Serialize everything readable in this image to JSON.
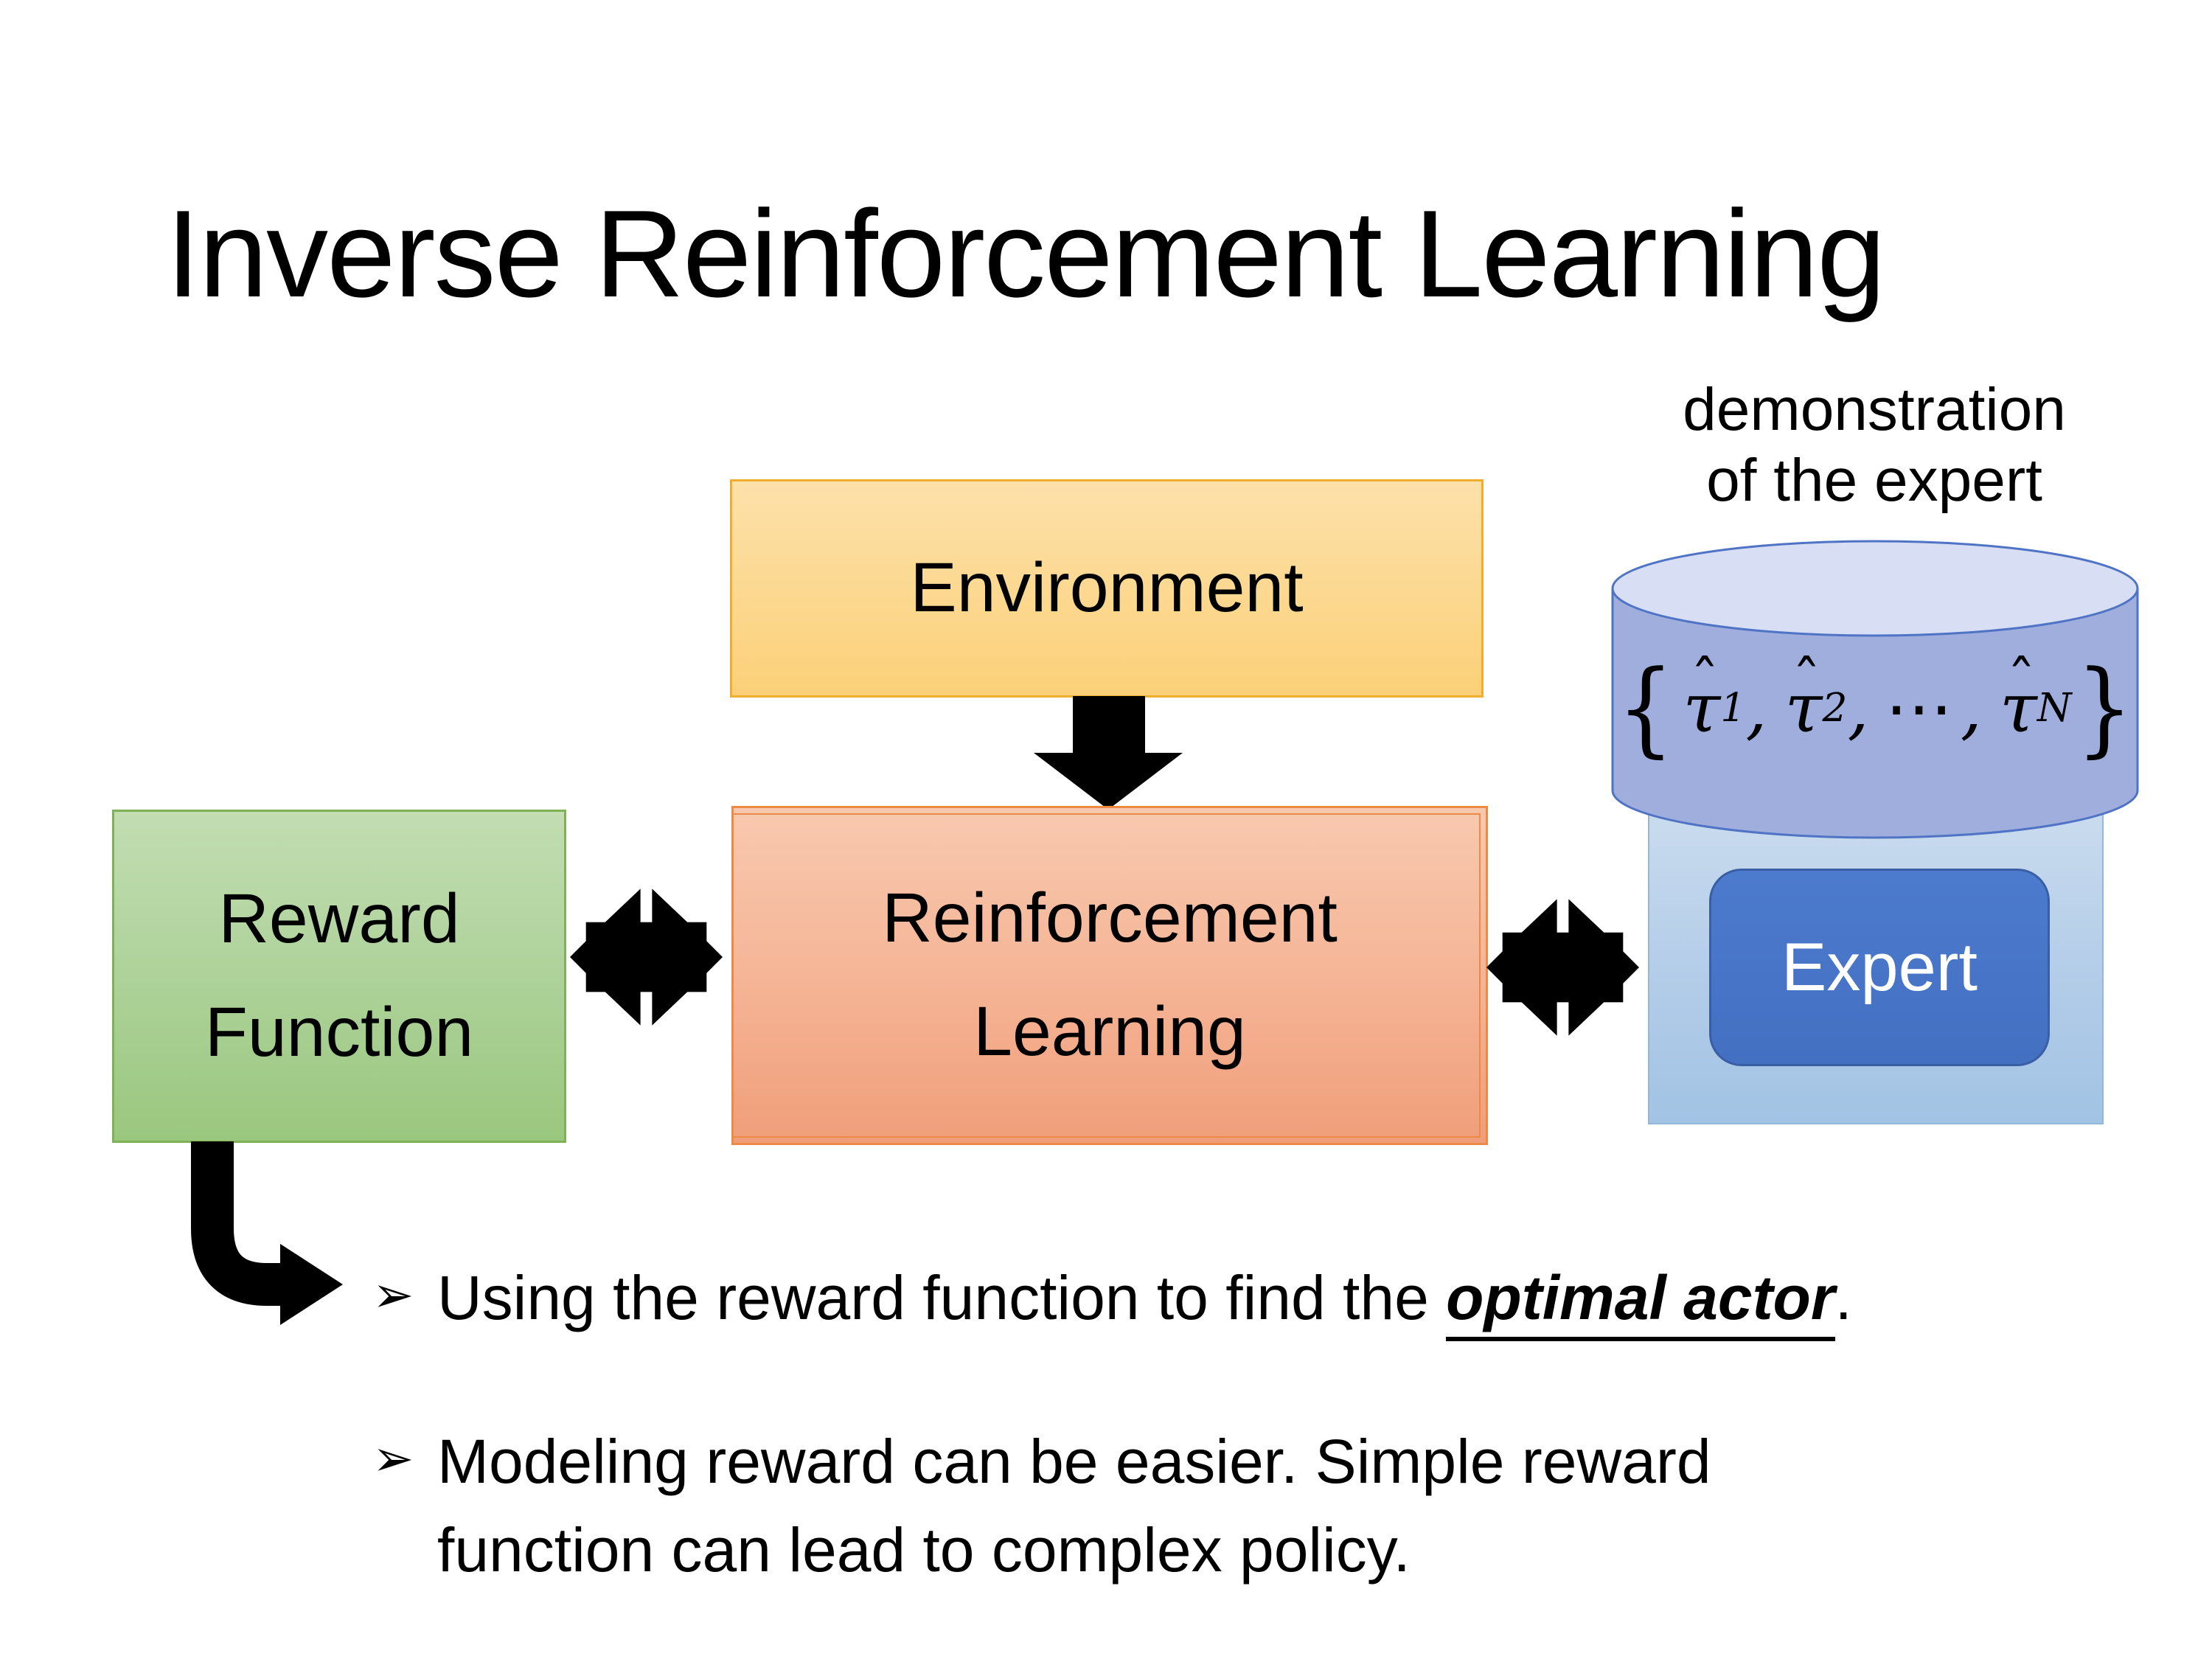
{
  "slide": {
    "title": "Inverse Reinforcement Learning"
  },
  "header": {
    "demo_line1": "demonstration",
    "demo_line2": "of the expert"
  },
  "boxes": {
    "environment": {
      "label": "Environment",
      "fill_top": "#FDE1AA",
      "fill_bottom": "#FBD078",
      "border": "#EFAE2E"
    },
    "reward": {
      "line1": "Reward",
      "line2": "Function",
      "fill_top": "#C2DDB2",
      "fill_bottom": "#9AC77E",
      "border": "#7FB257"
    },
    "rl": {
      "line1": "Reinforcement",
      "line2": "Learning",
      "fill_top": "#F8C9AF",
      "fill_bottom": "#F09E79",
      "border": "#ED8A45"
    },
    "expert": {
      "label": "Expert",
      "button_fill": "#4470C2",
      "button_border": "#3A5EA5",
      "panel_fill_top": "#C9DBEE",
      "panel_fill_bottom": "#A2C3E4",
      "panel_border": "#93B7DB",
      "text_color": "#FFFFFF"
    }
  },
  "cylinder": {
    "brace_open": "{",
    "tau": "τ",
    "hat": "ˆ",
    "sub1": "1",
    "sub2": "2",
    "subn": "N",
    "comma": ",",
    "cdots": "⋯",
    "brace_close": "}",
    "body_fill": "#9FAEDC",
    "top_fill": "#D8DEF3",
    "border": "#4F74C5"
  },
  "arrows": {
    "color": "#000000",
    "down_arrow": "environment-to-rl",
    "double_arrow_left": "reward-to-rl-bidirectional",
    "double_arrow_right": "rl-to-expert-bidirectional",
    "elbow_arrow": "reward-to-bullets"
  },
  "bullets": {
    "marker": "➢",
    "item1": {
      "prefix": "Using the reward function to find the ",
      "emphasis": "optimal actor",
      "suffix": "."
    },
    "item2": {
      "text": "Modeling reward can be easier. Simple reward function can lead to complex policy."
    }
  }
}
